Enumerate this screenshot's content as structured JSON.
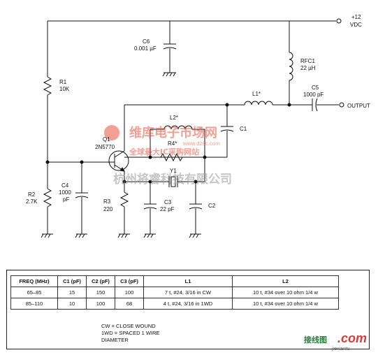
{
  "schematic": {
    "supply_label_1": "+12",
    "supply_label_2": "VDC",
    "output_label": "OUTPUT",
    "components": {
      "c6_name": "C6",
      "c6_value": "0.001 µF",
      "rfc1_name": "RFC1",
      "rfc1_value": "22 µH",
      "r1_name": "R1",
      "r1_value": "10K",
      "l1_name": "L1*",
      "c5_name": "C5",
      "c5_value": "1000 pF",
      "c1_name": "C1",
      "l2_name": "L2*",
      "r4_name": "R4*",
      "q1_name": "Q1",
      "q1_value": "2N5770",
      "y1_name": "Y1",
      "c4_name": "C4",
      "c4_value_1": "1000",
      "c4_value_2": "pF",
      "r2_name": "R2",
      "r2_value": "2.7K",
      "r3_name": "R3",
      "r3_value": "220",
      "c3_name": "C3",
      "c3_value": "22 pF",
      "c2_name": "C2"
    },
    "watermark": {
      "title": "维库电子市场网",
      "subtitle": "全球最大IC采购网站",
      "url": "www.dzsc.com",
      "overlay": "杭州将睿科技有限公司"
    }
  },
  "table": {
    "headers": [
      "FREQ (MHz)",
      "C1 (pF)",
      "C2 (pF)",
      "C3 (pF)",
      "L1",
      "L2"
    ],
    "rows": [
      [
        "65–85",
        "15",
        "150",
        "100",
        "7 t, #24, 3/16 in CW",
        "10 t, #34 over 10 ohm 1/4 w"
      ],
      [
        "85–110",
        "10",
        "100",
        "68",
        "4 t, #24, 3/16 in 1WD",
        "10 t, #34 over 10 ohm 1/4 w"
      ]
    ],
    "notes": [
      "CW = CLOSE WOUND",
      "1WD = SPACED 1 WIRE",
      "DIAMETER"
    ]
  },
  "brand": {
    "cn": "接线图",
    "com": ".com",
    "url": "jiexiantu"
  }
}
